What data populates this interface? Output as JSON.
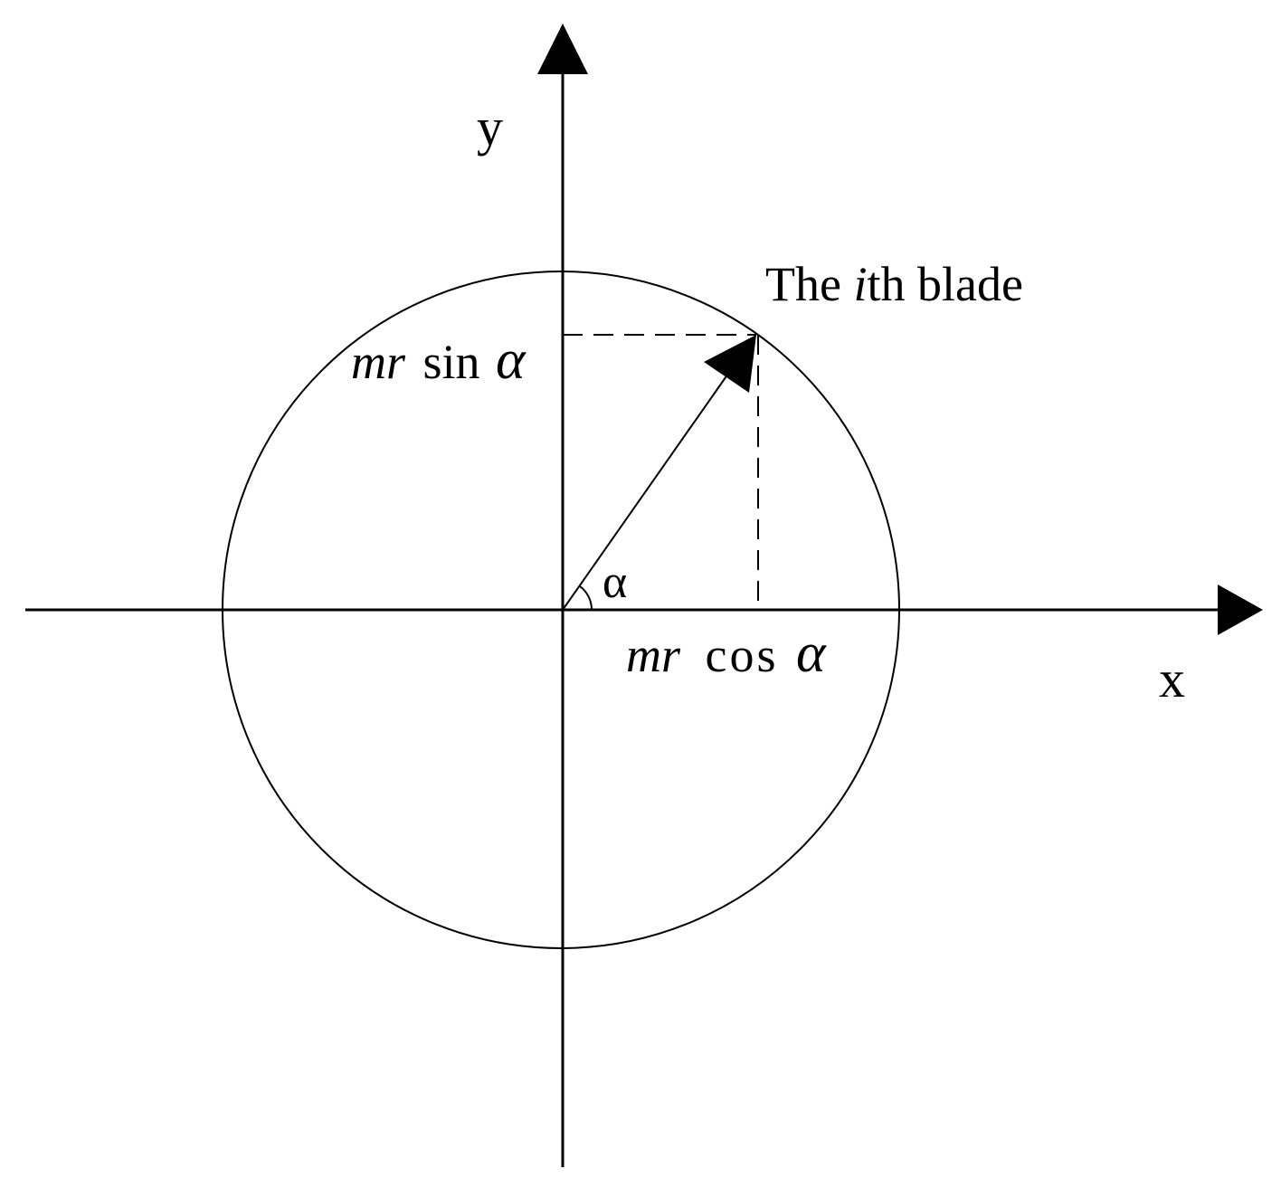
{
  "labels": {
    "y_axis": "y",
    "x_axis": "x",
    "blade_prefix": "The ",
    "blade_index": "i",
    "blade_suffix": "th blade",
    "sin_mr": "mr",
    "sin_fn": "sin",
    "sin_alpha": "α",
    "cos_mr": "mr",
    "cos_fn": "cos",
    "cos_alpha": "α",
    "angle": "α"
  },
  "colors": {
    "stroke": "#000000",
    "background": "#ffffff"
  }
}
